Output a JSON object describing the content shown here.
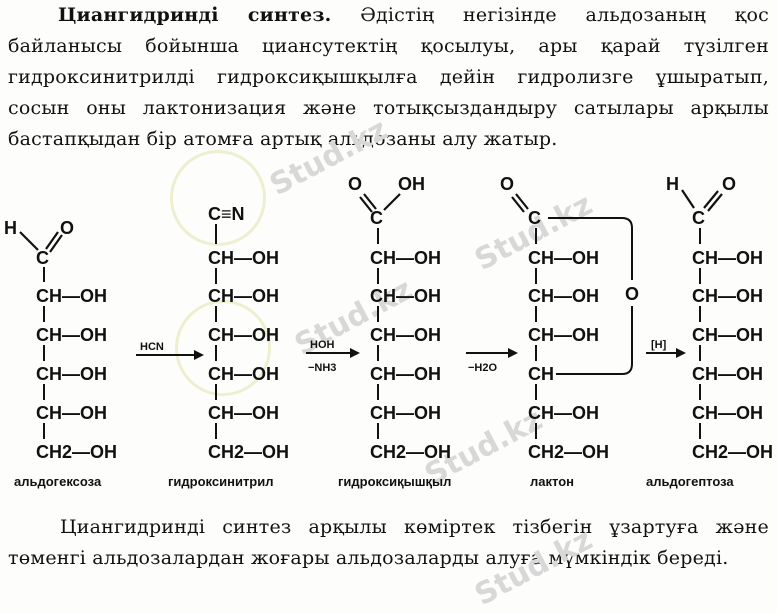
{
  "top_paragraph": {
    "lead": "Циангидринді синтез.",
    "body": " Әдістің негізінде альдозаның қос байланысы бойынша циансутектің қосылуы, ары қарай түзілген гидроксинитрилді гидроксиқышқылға дейін гидролизге ұшыратып, сосын оны лактонизация және тотықсыздандыру сатылары арқылы бастапқыдан бір атомға артық альдозаны алу жатыр."
  },
  "scheme": {
    "cho_h": "H",
    "cho_o": "O",
    "cn": "C≡N",
    "cooh_o": "O",
    "cooh_oh": "OH",
    "lactone_o": "O",
    "lactone_ring_o": "O",
    "c": "C",
    "ch_oh": "CH—OH",
    "ch": "CH",
    "ch2_oh": "CH2—OH",
    "arrows": [
      {
        "above": "HCN",
        "below": ""
      },
      {
        "above": "HOH",
        "below": "−NH3"
      },
      {
        "above": "",
        "below": "−H2O"
      },
      {
        "above": "[H]",
        "below": ""
      }
    ],
    "labels": [
      "альдогексоза",
      "гидроксинитрил",
      "гидроксиқышқыл",
      "лактон",
      "альдогептоза"
    ]
  },
  "watermark": "Stud.kz",
  "bottom_paragraph": "Циангидринді синтез арқылы көміртек тізбегін ұзартуға және төменгі альдозалардан жоғары альдозаларды алуға мүмкіндік береді."
}
